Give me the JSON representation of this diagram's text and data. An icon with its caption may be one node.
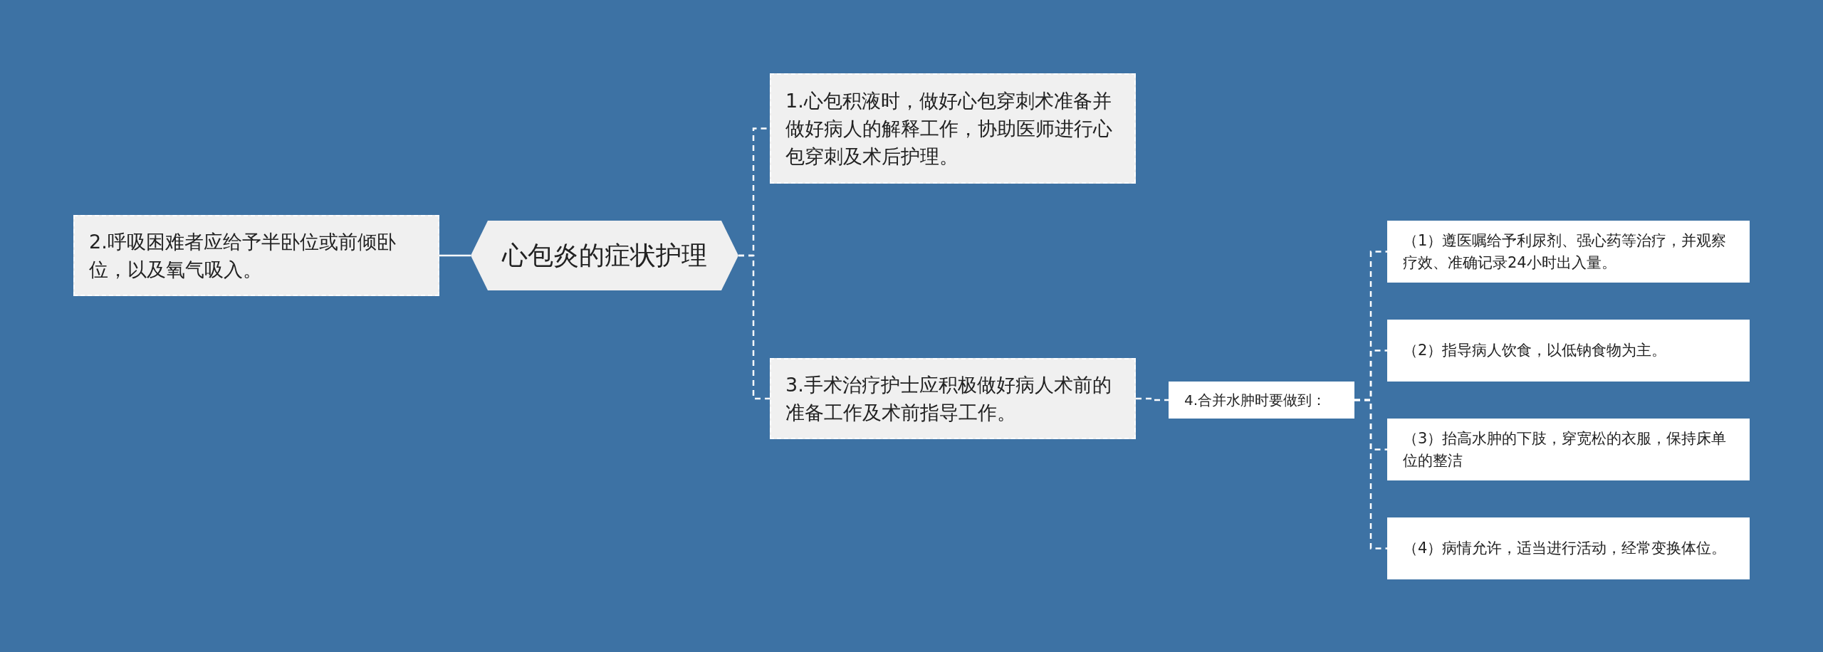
{
  "diagram": {
    "nodes": [
      {
        "text": [
          "心包炎的症状护理"
        ]
      },
      {
        "text": [
          "1.心包积液时，做好心包穿刺术准备并做好病人的解释工作，协助医师进行心包穿刺及术后护理。"
        ]
      },
      {
        "text": [
          "2.呼吸困难者应给予半卧位或前倾卧位，以及氧气吸入。"
        ]
      },
      {
        "text": [
          "3.手术治疗护士应积极做好病人术前的准备工作及术前指导工作。"
        ]
      },
      {
        "text": [
          "4.合并水肿时要做到："
        ]
      },
      {
        "text": [
          "（1）遵医嘱给予利尿剂、强心药等治疗，并观察疗效、准确记录24小时出入量。"
        ]
      },
      {
        "text": [
          "（2）指导病人饮食，以低钠食物为主。"
        ]
      },
      {
        "text": [
          "（3）抬高水肿的下肢，穿宽松的衣服，保持床单位的整洁"
        ]
      },
      {
        "text": [
          "（4）病情允许，适当进行活动，经常变换体位。"
        ]
      }
    ],
    "edges": [
      {
        "from": 0,
        "to": 1,
        "arrow": "none",
        "style": "dashed"
      },
      {
        "from": 0,
        "to": 2,
        "arrow": "none"
      },
      {
        "from": 0,
        "to": 3,
        "arrow": "none",
        "style": "dashed"
      },
      {
        "from": 3,
        "to": 4,
        "arrow": "none",
        "style": "dashed"
      },
      {
        "from": 4,
        "to": 5,
        "arrow": "none",
        "style": "dashed"
      },
      {
        "from": 4,
        "to": 6,
        "arrow": "none",
        "style": "dashed"
      },
      {
        "from": 4,
        "to": 7,
        "arrow": "none",
        "style": "dashed"
      },
      {
        "from": 4,
        "to": 8,
        "arrow": "none",
        "style": "dashed"
      }
    ]
  }
}
